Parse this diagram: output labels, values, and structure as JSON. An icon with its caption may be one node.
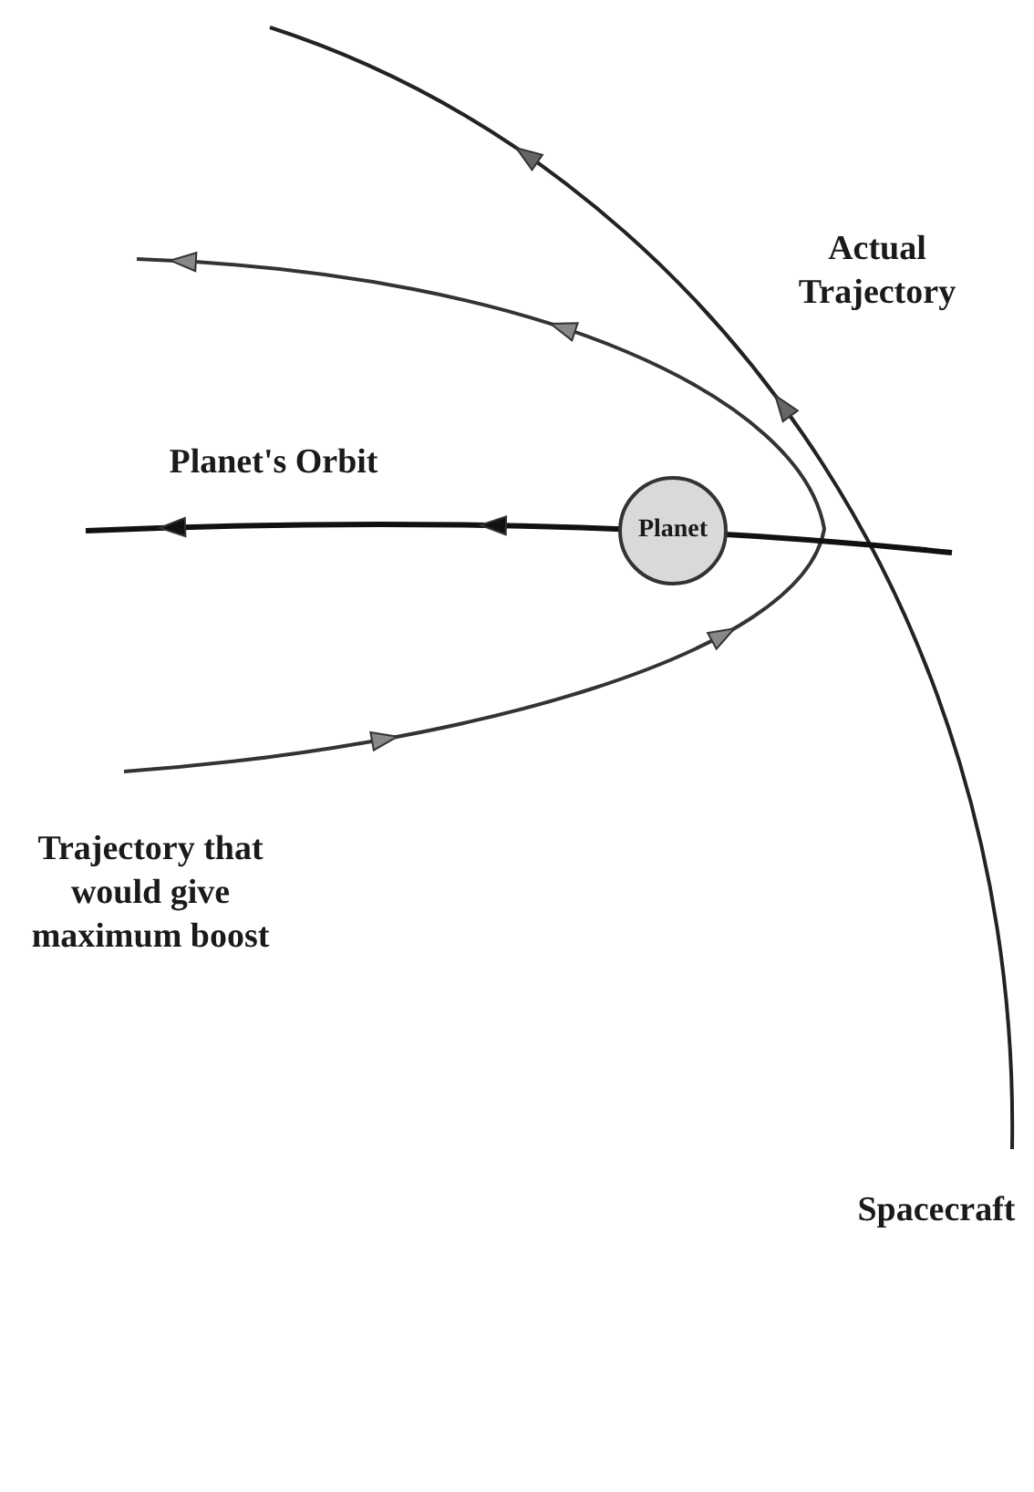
{
  "diagram": {
    "nodes": [
      {
        "text": [
          "Planet"
        ]
      }
    ],
    "labels": [
      "Actual Trajectory",
      "Planet's Orbit",
      "Trajectory that would give maximum boost",
      "Spacecraft"
    ]
  }
}
